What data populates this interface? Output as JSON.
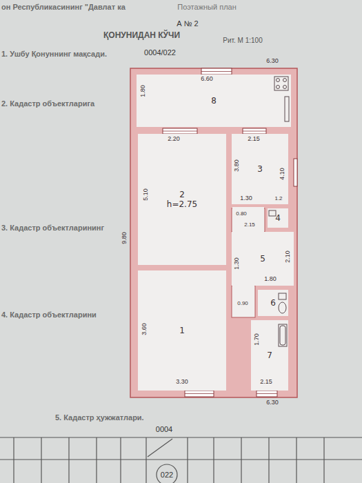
{
  "diagram": {
    "nodes": [
      {
        "text": [
          "8"
        ]
      },
      {
        "text": [
          "2",
          "h=2.75"
        ]
      },
      {
        "text": [
          "3"
        ]
      },
      {
        "text": [
          "4"
        ]
      },
      {
        "text": [
          "5"
        ]
      },
      {
        "text": [
          "1"
        ]
      },
      {
        "text": [
          "6"
        ]
      },
      {
        "text": [
          "7"
        ]
      }
    ],
    "labels": [
      "он Республикасининг \"Давлат ка",
      "Поэтажный план",
      "ҚОНУНИДАН КЎЧИ",
      "А № 2",
      "Рит. М 1:100",
      "0004/022",
      "1. Ушбу Қонуннинг мақсади.",
      "2. Кадастр объектларига",
      "3. Кадастр объектларининг",
      "4. Кадастр объектларини",
      "5. Кадастр ҳужжатлари.",
      "6.30",
      "6.60",
      "1.80",
      "2.20",
      "2.15",
      "5.10",
      "3.80",
      "4.10",
      "1.30",
      "1.2",
      "0.80",
      "2.15",
      "9.80",
      "2.10",
      "1.30",
      "1.80",
      "0.90",
      "3.60",
      "1.70",
      "3.30",
      "2.15",
      "6.30",
      "0004",
      "022"
    ]
  }
}
